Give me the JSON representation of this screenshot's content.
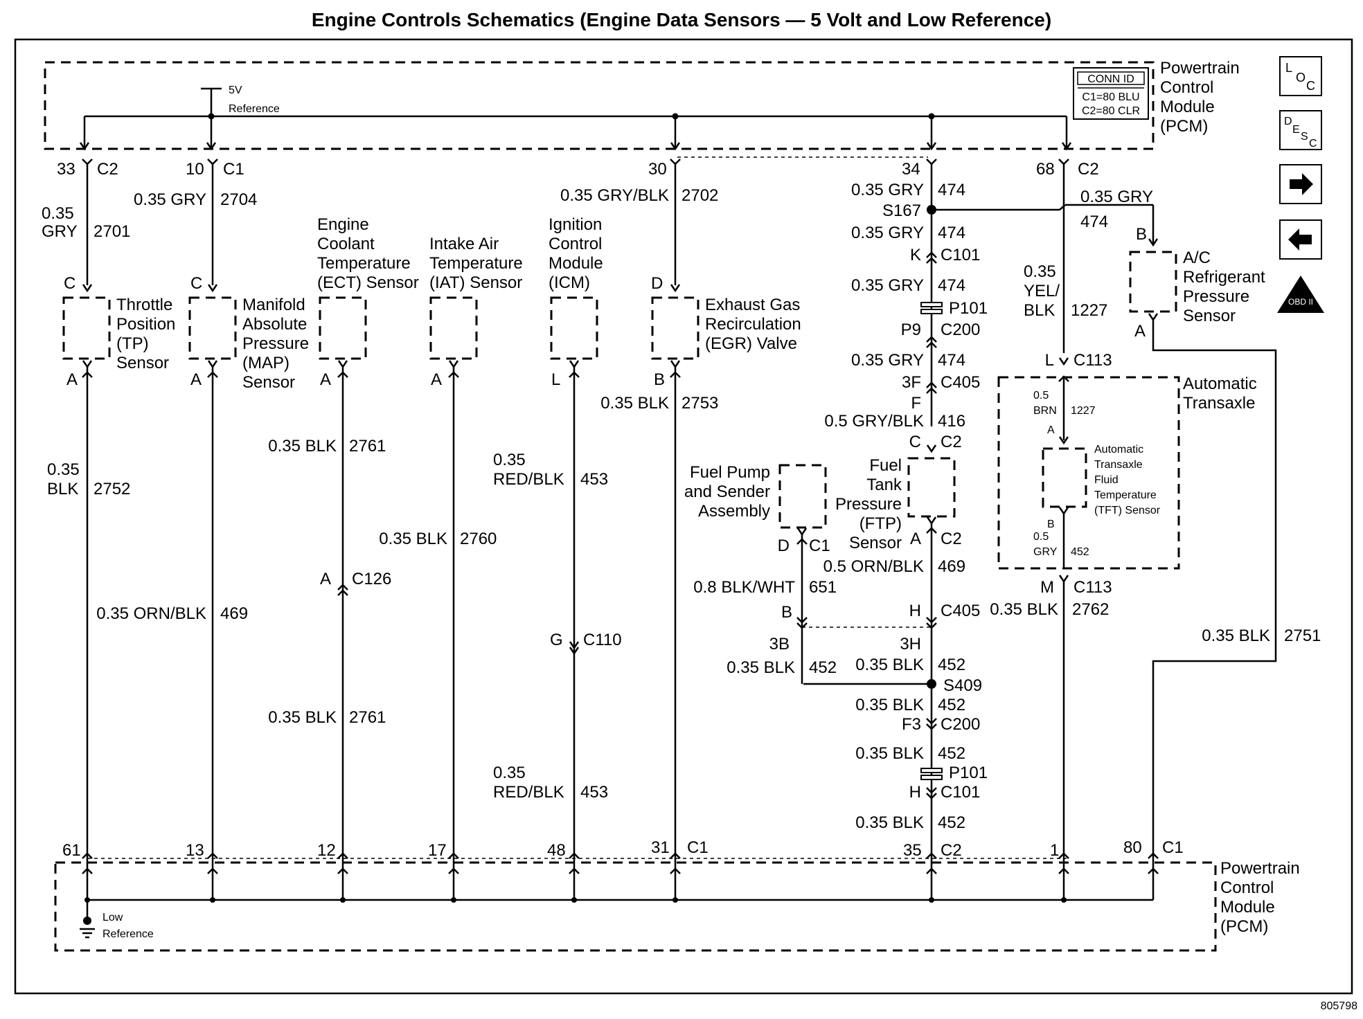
{
  "title": "Engine Controls Schematics (Engine Data Sensors — 5 Volt and Low Reference)",
  "figure_id": "805798",
  "pcm_top": {
    "lines": [
      "Powertrain",
      "Control",
      "Module",
      "(PCM)"
    ]
  },
  "pcm_bottom": {
    "lines": [
      "Powertrain",
      "Control",
      "Module",
      "(PCM)"
    ]
  },
  "conn_id": {
    "title": "CONN ID",
    "c1": "C1=80 BLU",
    "c2": "C2=80 CLR"
  },
  "ref_5v": {
    "v": "5V",
    "label": "Reference"
  },
  "low_ref": {
    "l1": "Low",
    "l2": "Reference"
  },
  "nav_icons": {
    "loc": "LOC",
    "desc": "DESC",
    "obd": "OBD II"
  },
  "top_pins": {
    "p33": "33",
    "p33c": "C2",
    "p10": "10",
    "p10c": "C1",
    "p30": "30",
    "p34": "34",
    "p68": "68",
    "p68c": "C2"
  },
  "bottom_pins": {
    "p61": "61",
    "p13": "13",
    "p12": "12",
    "p17": "17",
    "p48": "48",
    "p31": "31",
    "p31c": "C1",
    "p35": "35",
    "p35c": "C2",
    "p1": "1",
    "p80": "80",
    "p80c": "C1"
  },
  "tp": {
    "name": [
      "Throttle",
      "Position",
      "(TP)",
      "Sensor"
    ],
    "pin_top": "C",
    "pin_bot": "A",
    "wire_top": {
      "g1": "0.35",
      "g2": "GRY",
      "circuit": "2701"
    },
    "wire_bot": {
      "g1": "0.35",
      "g2": "BLK",
      "circuit": "2752"
    }
  },
  "map": {
    "name": [
      "Manifold",
      "Absolute",
      "Pressure",
      "(MAP)",
      "Sensor"
    ],
    "pin_top": "C",
    "pin_bot": "A",
    "wire_top": {
      "gauge": "0.35 GRY",
      "circuit": "2704"
    },
    "wire_bot": {
      "gauge": "0.35 ORN/BLK",
      "circuit": "469"
    }
  },
  "ect": {
    "name": [
      "Engine",
      "Coolant",
      "Temperature",
      "(ECT) Sensor"
    ],
    "pin_bot": "A",
    "wire_1": {
      "gauge": "0.35 BLK",
      "circuit": "2761"
    },
    "conn": {
      "pin": "A",
      "id": "C126"
    },
    "wire_2": {
      "gauge": "0.35 BLK",
      "circuit": "2761"
    }
  },
  "iat": {
    "name": [
      "Intake Air",
      "Temperature",
      "(IAT) Sensor"
    ],
    "pin_bot": "A",
    "wire": {
      "gauge": "0.35 BLK",
      "circuit": "2760"
    }
  },
  "icm": {
    "name": [
      "Ignition",
      "Control",
      "Module",
      "(ICM)"
    ],
    "pin_bot": "L",
    "wire_1": {
      "g1": "0.35",
      "g2": "RED/BLK",
      "circuit": "453"
    },
    "conn": {
      "pin": "G",
      "id": "C110"
    },
    "wire_2": {
      "g1": "0.35",
      "g2": "RED/BLK",
      "circuit": "453"
    }
  },
  "egr": {
    "name": [
      "Exhaust Gas",
      "Recirculation",
      "(EGR) Valve"
    ],
    "pin_top": "D",
    "pin_bot": "B",
    "wire_top": {
      "gauge": "0.35 GRY/BLK",
      "circuit": "2702"
    },
    "wire_bot": {
      "gauge": "0.35 BLK",
      "circuit": "2753"
    }
  },
  "ftp_circuit": {
    "w1": {
      "gauge": "0.35 GRY",
      "circuit": "474"
    },
    "splice_top": "S167",
    "w2": {
      "gauge": "0.35 GRY",
      "circuit": "474"
    },
    "c101a": {
      "pin": "K",
      "id": "C101"
    },
    "w3": {
      "gauge": "0.35 GRY",
      "circuit": "474"
    },
    "p101a": "P101",
    "c200a": {
      "pin": "P9",
      "id": "C200"
    },
    "w4": {
      "gauge": "0.35 GRY",
      "circuit": "474"
    },
    "c405a": {
      "pin": "3F",
      "id": "C405"
    },
    "w5_pin": "F",
    "w5": {
      "gauge": "0.5 GRY/BLK",
      "circuit": "416"
    },
    "ftp_pin_top": {
      "pin": "C",
      "id": "C2"
    },
    "ftp_name": [
      "Fuel",
      "Tank",
      "Pressure",
      "(FTP)",
      "Sensor"
    ],
    "ftp_pin_bot": {
      "pin": "A",
      "id": "C2"
    },
    "w6": {
      "gauge": "0.5 ORN/BLK",
      "circuit": "469"
    },
    "c405b": {
      "pin": "H",
      "id": "C405"
    },
    "c405b_inline": "3H",
    "w7": {
      "gauge": "0.35 BLK",
      "circuit": "452"
    },
    "splice_bot": "S409",
    "w8": {
      "gauge": "0.35 BLK",
      "circuit": "452"
    },
    "c200b": {
      "pin": "F3",
      "id": "C200"
    },
    "w9": {
      "gauge": "0.35 BLK",
      "circuit": "452"
    },
    "p101b": "P101",
    "c101b": {
      "pin": "H",
      "id": "C101"
    },
    "w10": {
      "gauge": "0.35 BLK",
      "circuit": "452"
    }
  },
  "fuel_pump": {
    "name": [
      "Fuel Pump",
      "and Sender",
      "Assembly"
    ],
    "pin": {
      "pin": "D",
      "id": "C1"
    },
    "wire": {
      "gauge": "0.8 BLK/WHT",
      "circuit": "651"
    },
    "c405_pin": "B",
    "c405_inline": "3B",
    "wire2": {
      "gauge": "0.35 BLK",
      "circuit": "452"
    }
  },
  "ac": {
    "name": [
      "A/C",
      "Refrigerant",
      "Pressure",
      "Sensor"
    ],
    "pin_top": "B",
    "pin_bot": "A",
    "wire_top": {
      "gauge": "0.35 GRY",
      "circuit": "474"
    },
    "wire_bot": {
      "gauge": "0.35 BLK",
      "circuit": "2751"
    }
  },
  "transaxle": {
    "name": [
      "Automatic",
      "Transaxle"
    ],
    "conn_top": {
      "pin": "L",
      "id": "C113"
    },
    "conn_bot": {
      "pin": "M",
      "id": "C113"
    },
    "wire_in_top": {
      "g1": "0.35",
      "g2": "YEL/",
      "g3": "BLK",
      "circuit": "1227"
    },
    "inner_top": {
      "g1": "0.5",
      "g2": "BRN",
      "circuit": "1227"
    },
    "tft_pin_top": "A",
    "tft_pin_bot": "B",
    "tft_name": [
      "Automatic",
      "Transaxle",
      "Fluid",
      "Temperature",
      "(TFT) Sensor"
    ],
    "inner_bot": {
      "g1": "0.5",
      "g2": "GRY",
      "circuit": "452"
    },
    "wire_out": {
      "gauge": "0.35 BLK",
      "circuit": "2762"
    }
  }
}
